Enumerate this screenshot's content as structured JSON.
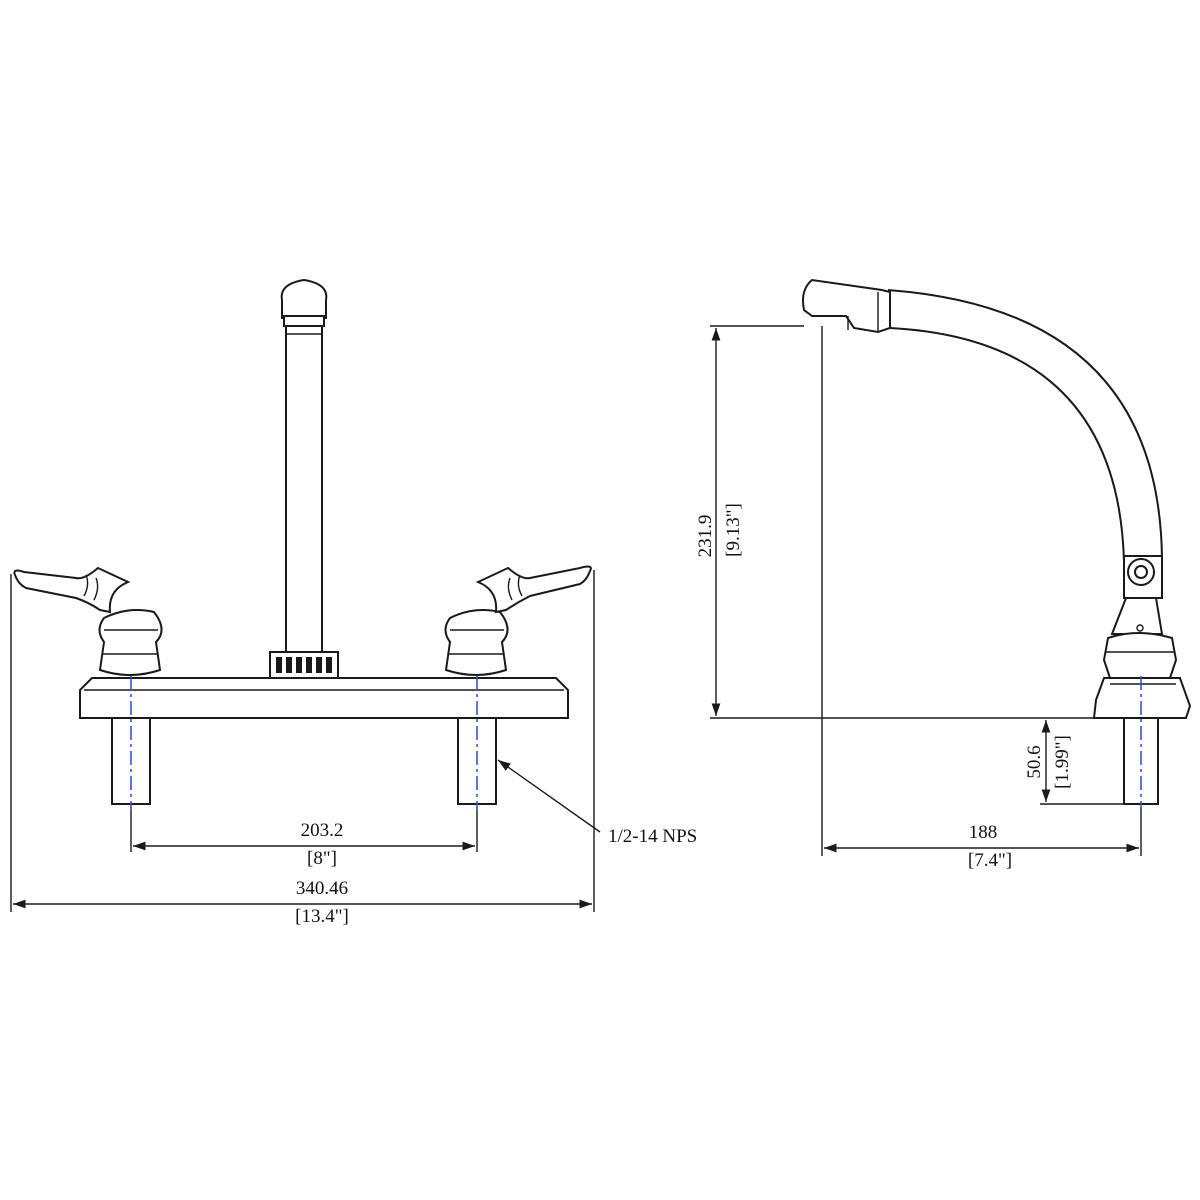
{
  "dimensions": {
    "outer_width_mm": "340.46",
    "outer_width_in": "[13.4\"]",
    "center_spacing_mm": "203.2",
    "center_spacing_in": "[8\"]",
    "spout_reach_mm": "188",
    "spout_reach_in": "[7.4\"]",
    "spout_height_mm": "231.9",
    "spout_height_in": "[9.13\"]",
    "shank_length_mm": "50.6",
    "shank_length_in": "[1.99\"]"
  },
  "callouts": {
    "thread_spec": "1/2-14 NPS"
  },
  "colors": {
    "line": "#1a1a1a",
    "centerline": "#3a55c8"
  }
}
